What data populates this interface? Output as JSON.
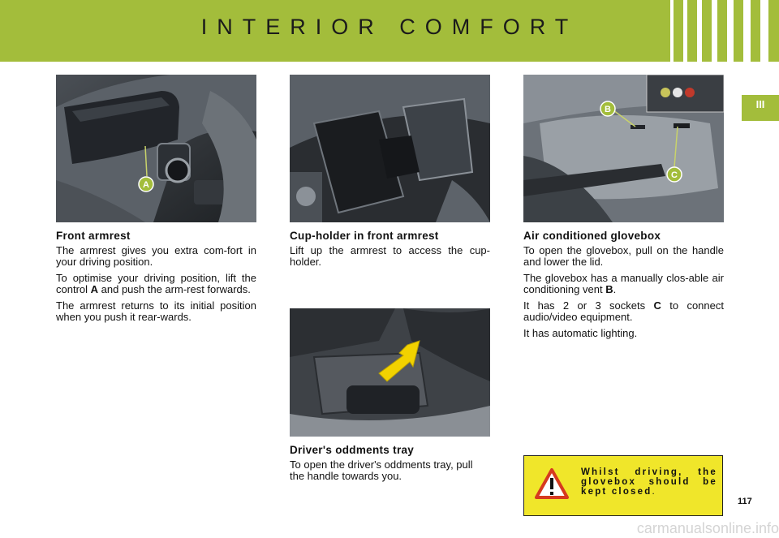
{
  "header": {
    "title": "INTERIOR COMFORT"
  },
  "section_tab": "III",
  "page_number": "117",
  "watermark": "carmanualsonline.info",
  "armrest": {
    "heading": "Front armrest",
    "p1": "The armrest gives you extra com-fort in your driving position.",
    "p2_pre": "To optimise your driving position, lift the control ",
    "p2_bold": "A",
    "p2_post": " and push the arm-rest forwards.",
    "p3": "The armrest returns to its initial position when you push it rear-wards.",
    "marker": "A"
  },
  "cupholder": {
    "heading": "Cup-holder in front armrest",
    "p1": "Lift up the armrest to access the cup-holder."
  },
  "tray": {
    "heading": "Driver's oddments tray",
    "p1": "To open the driver's oddments tray, pull the handle towards you."
  },
  "glovebox": {
    "heading": "Air conditioned glovebox",
    "p1": "To open the glovebox, pull on the handle and lower the lid.",
    "p2_pre": "The glovebox has a manually clos-able air conditioning vent ",
    "p2_bold": "B",
    "p2_post": ".",
    "p3_pre": "It has 2 or 3 sockets ",
    "p3_bold": "C",
    "p3_post": " to connect audio/video equipment.",
    "p4": "It has automatic lighting.",
    "marker_b": "B",
    "marker_c": "C"
  },
  "warning": {
    "text_bold": "Whilst driving, the glovebox should be kept closed",
    "text_tail": ".",
    "icon": "warning-triangle-icon"
  },
  "colors": {
    "accent": "#a3bd3b",
    "warning": "#f0e62a",
    "marker": "#a3bd3b"
  }
}
